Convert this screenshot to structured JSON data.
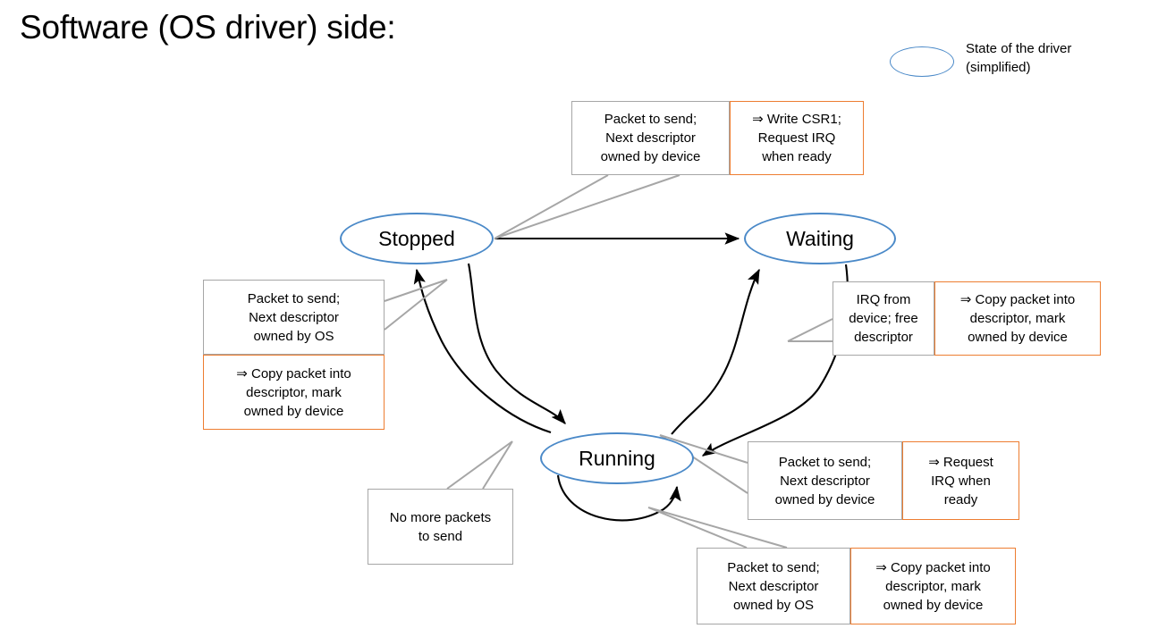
{
  "slide": {
    "title": "Software (OS driver) side:"
  },
  "legend": {
    "shape_icon": "ellipse-icon",
    "text": "State of the driver\n(simplified)",
    "shape_color": "#4A89C8"
  },
  "colors": {
    "state_border": "#4A89C8",
    "condition_border": "#A6A6A6",
    "action_border": "#ED7D31",
    "arrow": "#000000",
    "leader": "#A6A6A6"
  },
  "states": [
    {
      "id": "stopped",
      "label": "Stopped"
    },
    {
      "id": "waiting",
      "label": "Waiting"
    },
    {
      "id": "running",
      "label": "Running"
    }
  ],
  "transitions": [
    {
      "id": "stopped-to-waiting",
      "from": "Stopped",
      "to": "Waiting",
      "condition": "Packet to send;\nNext descriptor\nowned by device",
      "action": "⇒ Write CSR1;\nRequest IRQ\nwhen ready"
    },
    {
      "id": "running-to-stopped",
      "from": "Running",
      "to": "Stopped",
      "condition": "No more packets\nto send",
      "action": null
    },
    {
      "id": "stopped-to-running",
      "from": "Stopped",
      "to": "Running",
      "condition": "Packet to send;\nNext descriptor\nowned by OS",
      "action": "⇒ Copy packet into\ndescriptor, mark\nowned by device"
    },
    {
      "id": "waiting-to-running",
      "from": "Waiting",
      "to": "Running",
      "condition": "IRQ from\ndevice; free\ndescriptor",
      "action": "⇒ Copy packet into\ndescriptor, mark\nowned by device"
    },
    {
      "id": "running-to-waiting",
      "from": "Running",
      "to": "Waiting",
      "condition": "Packet to send;\nNext descriptor\nowned by device",
      "action": "⇒ Request\nIRQ when\nready"
    },
    {
      "id": "running-to-running",
      "from": "Running",
      "to": "Running",
      "condition": "Packet to send;\nNext descriptor\nowned by OS",
      "action": "⇒ Copy packet into\ndescriptor, mark\nowned by device"
    }
  ]
}
